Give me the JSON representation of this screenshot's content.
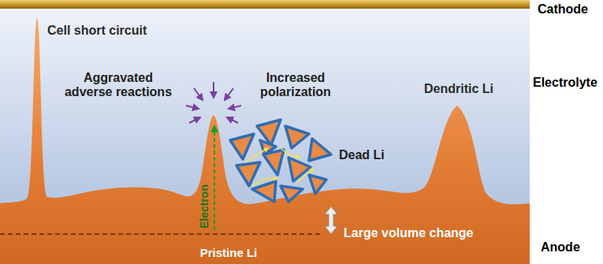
{
  "diagram": {
    "labels": [
      "Cathode",
      "Cell short circuit",
      "Electrolyte",
      "Aggravated adverse reactions",
      "Increased polarization",
      "Dead Li",
      "Dendritic Li",
      "Electron",
      "Large volume change",
      "Anode",
      "Pristine Li"
    ]
  }
}
